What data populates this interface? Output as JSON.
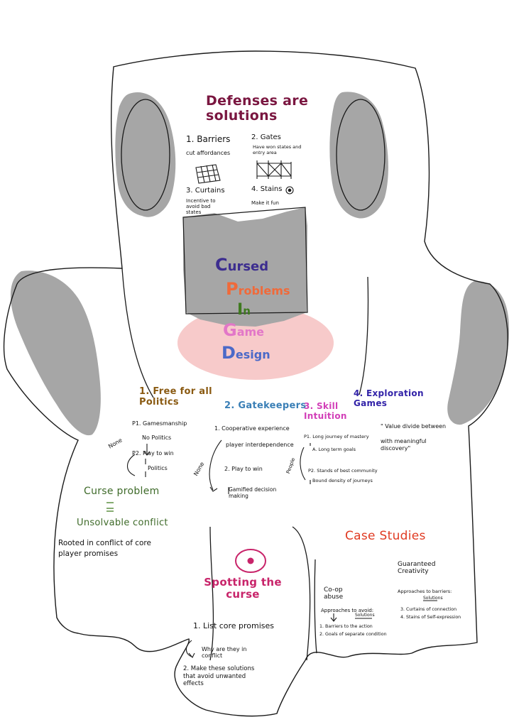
{
  "colors": {
    "outline": "#1a1a1a",
    "gray": "#a6a6a6",
    "pink_glow": "#f6c1c1",
    "maroon": "#7a1640",
    "purple": "#3c2d8f",
    "orange": "#f06a3a",
    "green": "#3f7a1f",
    "pink": "#e277c8",
    "blue": "#4b69c8",
    "brown": "#8a5a12",
    "teal": "#3a7fb6",
    "magenta": "#d23fb8",
    "indigo": "#3223a8",
    "olive": "#3f6b2a",
    "red": "#e03a22",
    "crimson": "#c8246a"
  },
  "defenses": {
    "title": "Defenses are\nsolutions",
    "item1": "1. Barriers",
    "item1_sub": "cut affordances",
    "item2": "2. Gates",
    "item2_sub": "Have won states and\nentry area",
    "item3": "3. Curtains",
    "item3_sub": "Incentive to\navoid bad\nstates",
    "item4": "4. Stains",
    "item4_sub": "Make it fun",
    "icons": [
      "grid-icon",
      "gate-icon",
      "stain-icon"
    ]
  },
  "main_title": {
    "l1_cap": "C",
    "l1_rest": "ursed",
    "l2_cap": "P",
    "l2_rest": "roblems",
    "l3_cap": "I",
    "l3_rest": "n",
    "l4_cap": "G",
    "l4_rest": "ame",
    "l5_cap": "D",
    "l5_rest": "esign"
  },
  "sections": {
    "s1_title": "1. Free for all\nPolitics",
    "s1_p1": "P1. Gamesmanship",
    "s1_n1": "No Politics",
    "s1_p2": "P2. Play to win",
    "s1_n2": "Politics",
    "s1_side": "None",
    "s2_title": "2. Gatekeepers",
    "s2_l1": "1. Cooperative experience",
    "s2_l2": "player interdependence",
    "s2_l3": "2. Play to win",
    "s2_l4": "Gamified decision\nmaking",
    "s2_side": "None",
    "s3_title": "3. Skill\nIntuition",
    "s3_l1": "P1. Long journey of mastery",
    "s3_l2": "A. Long term goals",
    "s3_l3": "P2. Stands of best community",
    "s3_l4": "Bound density of journeys",
    "s3_side": "People",
    "s4_title": "4. Exploration\nGames",
    "s4_quote": "\" Value divide between\n\nwith meaningful\ndiscovery\""
  },
  "curse_def": {
    "title": "Curse problem",
    "equals": "=",
    "sub": "Unsolvable conflict",
    "body": "Rooted in conflict of core\nplayer promises"
  },
  "spotting": {
    "title": "Spotting the\ncurse",
    "step1": "1. List core promises",
    "step1_sub": "Why are they in\nconflict",
    "step2": "2. Make these solutions\nthat avoid unwanted\neffects",
    "icon": "eye-icon"
  },
  "case_studies": {
    "title": "Case Studies",
    "c1": "Co-op\nabuse",
    "c1_sub": "Approaches to avoid:",
    "c1_mid": "Solutions",
    "c1_items": "1. Barriers to the action\n2. Goals of separate condition",
    "c2": "Guaranteed\nCreativity",
    "c2_sub": "Approaches to barriers:",
    "c2_mid": "Solutions",
    "c2_items": "3. Curtains of connection\n4. Stains of Self-expression"
  }
}
